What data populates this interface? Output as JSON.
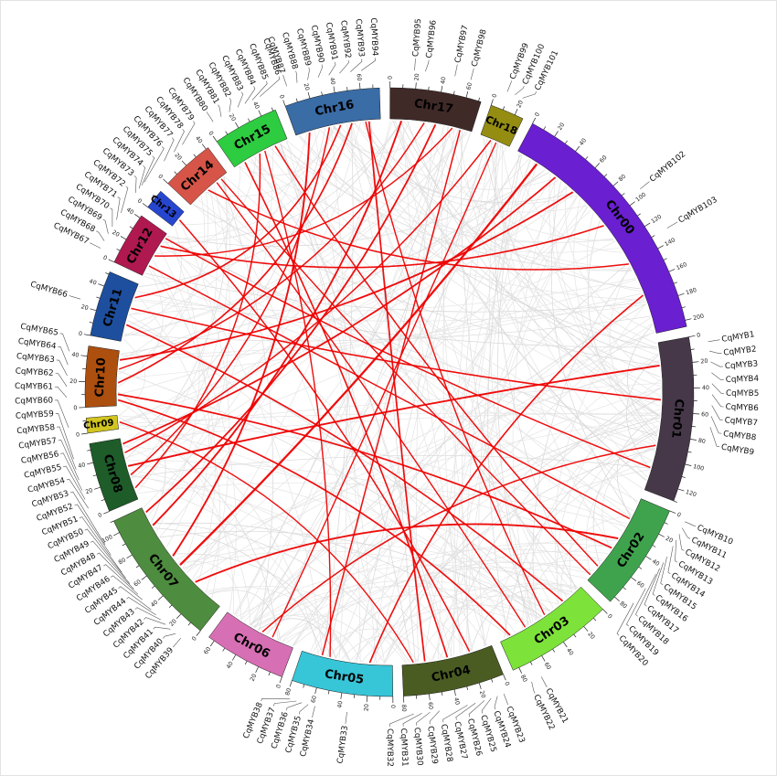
{
  "chart_data": {
    "type": "circos",
    "title": "",
    "layout": {
      "start_angle_deg": -20,
      "gap_deg": 2,
      "tick_minor": 10,
      "tick_major": 20,
      "red_link_color": "#ee0000",
      "gray_link_color": "#e4e4e4",
      "gray_link_alt_color": "#d7d7d7",
      "gray_link_count": 250,
      "gray_link_seed": 97,
      "legend_position": "none",
      "grid": false
    },
    "chromosomes": [
      {
        "name": "Chr16",
        "size": 75,
        "color": "#3a6ca6",
        "genes": [
          [
            "CqMYB87",
            6
          ],
          [
            "CqMYB88",
            14
          ],
          [
            "CqMYB89",
            22
          ],
          [
            "CqMYB90",
            30
          ],
          [
            "CqMYB91",
            38
          ],
          [
            "CqMYB92",
            46
          ],
          [
            "CqMYB93",
            54
          ],
          [
            "CqMYB94",
            62
          ]
        ]
      },
      {
        "name": "Chr17",
        "size": 72,
        "color": "#402a28",
        "genes": [
          [
            "CqMYB95",
            18
          ],
          [
            "CqMYB96",
            26
          ],
          [
            "CqMYB97",
            48
          ],
          [
            "CqMYB98",
            60
          ]
        ]
      },
      {
        "name": "Chr18",
        "size": 27,
        "color": "#958d12",
        "genes": [
          [
            "CqMYB99",
            8
          ],
          [
            "CqMYB100",
            14
          ],
          [
            "CqMYB101",
            20
          ]
        ]
      },
      {
        "name": "Chr00",
        "size": 205,
        "color": "#6a1fd0",
        "genes": [
          [
            "CqMYB102",
            95
          ],
          [
            "CqMYB103",
            130
          ]
        ]
      },
      {
        "name": "Chr01",
        "size": 130,
        "color": "#463849",
        "genes": [
          [
            "CqMYB1",
            6
          ],
          [
            "CqMYB2",
            13
          ],
          [
            "CqMYB3",
            21
          ],
          [
            "CqMYB4",
            29
          ],
          [
            "CqMYB5",
            37
          ],
          [
            "CqMYB6",
            45
          ],
          [
            "CqMYB7",
            53
          ],
          [
            "CqMYB8",
            61
          ],
          [
            "CqMYB9",
            69
          ]
        ]
      },
      {
        "name": "Chr02",
        "size": 85,
        "color": "#3fa34d",
        "genes": [
          [
            "CqMYB10",
            3
          ],
          [
            "CqMYB11",
            8
          ],
          [
            "CqMYB12",
            13
          ],
          [
            "CqMYB13",
            18
          ],
          [
            "CqMYB14",
            23
          ],
          [
            "CqMYB15",
            32
          ],
          [
            "CqMYB16",
            37
          ],
          [
            "CqMYB17",
            42
          ],
          [
            "CqMYB18",
            47
          ],
          [
            "CqMYB19",
            60
          ],
          [
            "CqMYB20",
            74
          ]
        ]
      },
      {
        "name": "Chr03",
        "size": 85,
        "color": "#7de23a",
        "genes": [
          [
            "CqMYB21",
            68
          ],
          [
            "CqMYB22",
            76
          ]
        ]
      },
      {
        "name": "Chr04",
        "size": 80,
        "color": "#4a5c22",
        "genes": [
          [
            "CqMYB23",
            5
          ],
          [
            "CqMYB24",
            10
          ],
          [
            "CqMYB25",
            15
          ],
          [
            "CqMYB26",
            20
          ],
          [
            "CqMYB27",
            27
          ],
          [
            "CqMYB28",
            33
          ],
          [
            "CqMYB29",
            54
          ],
          [
            "CqMYB30",
            61
          ],
          [
            "CqMYB31",
            67
          ],
          [
            "CqMYB32",
            73
          ]
        ]
      },
      {
        "name": "Chr05",
        "size": 80,
        "color": "#37c5d8",
        "genes": [
          [
            "CqMYB33",
            34
          ],
          [
            "CqMYB34",
            58
          ],
          [
            "CqMYB35",
            63
          ],
          [
            "CqMYB36",
            68
          ],
          [
            "CqMYB37",
            72
          ],
          [
            "CqMYB38",
            77
          ]
        ]
      },
      {
        "name": "Chr06",
        "size": 65,
        "color": "#d76fb4",
        "genes": []
      },
      {
        "name": "Chr07",
        "size": 110,
        "color": "#4e8c3f",
        "genes": [
          [
            "CqMYB39",
            8
          ],
          [
            "CqMYB40",
            13
          ],
          [
            "CqMYB41",
            18
          ],
          [
            "CqMYB42",
            23
          ],
          [
            "CqMYB43",
            28
          ],
          [
            "CqMYB44",
            33
          ],
          [
            "CqMYB45",
            38
          ],
          [
            "CqMYB46",
            48
          ],
          [
            "CqMYB47",
            53
          ],
          [
            "CqMYB48",
            58
          ],
          [
            "CqMYB49",
            63
          ],
          [
            "CqMYB50",
            68
          ],
          [
            "CqMYB51",
            73
          ],
          [
            "CqMYB52",
            88
          ],
          [
            "CqMYB53",
            97
          ]
        ]
      },
      {
        "name": "Chr08",
        "size": 55,
        "color": "#1e5c2a",
        "genes": [
          [
            "CqMYB54",
            8
          ],
          [
            "CqMYB55",
            15
          ],
          [
            "CqMYB56",
            22
          ],
          [
            "CqMYB57",
            30
          ],
          [
            "CqMYB58",
            38
          ],
          [
            "CqMYB59",
            46
          ]
        ]
      },
      {
        "name": "Chr09",
        "size": 12,
        "color": "#d2c51f",
        "genes": [
          [
            "CqMYB60",
            6
          ]
        ]
      },
      {
        "name": "Chr10",
        "size": 48,
        "color": "#ad4f0f",
        "genes": [
          [
            "CqMYB61",
            8
          ],
          [
            "CqMYB62",
            16
          ],
          [
            "CqMYB63",
            24
          ],
          [
            "CqMYB64",
            32
          ],
          [
            "CqMYB65",
            42
          ]
        ]
      },
      {
        "name": "Chr11",
        "size": 52,
        "color": "#1d4f9e",
        "genes": [
          [
            "CqMYB66",
            25
          ]
        ]
      },
      {
        "name": "Chr12",
        "size": 42,
        "color": "#b01950",
        "genes": [
          [
            "CqMYB67",
            5
          ],
          [
            "CqMYB68",
            11
          ],
          [
            "CqMYB69",
            17
          ],
          [
            "CqMYB70",
            23
          ],
          [
            "CqMYB71",
            29
          ],
          [
            "CqMYB72",
            35
          ]
        ]
      },
      {
        "name": "Chr13",
        "size": 16,
        "color": "#2746cf",
        "genes": [
          [
            "CqMYB73",
            3
          ],
          [
            "CqMYB74",
            7
          ],
          [
            "CqMYB75",
            10
          ],
          [
            "CqMYB76",
            13
          ]
        ]
      },
      {
        "name": "Chr14",
        "size": 42,
        "color": "#d65548",
        "genes": [
          [
            "CqMYB77",
            10
          ],
          [
            "CqMYB78",
            20
          ],
          [
            "CqMYB79",
            28
          ]
        ]
      },
      {
        "name": "Chr15",
        "size": 52,
        "color": "#2ecc40",
        "genes": [
          [
            "CqMYB80",
            6
          ],
          [
            "CqMYB81",
            13
          ],
          [
            "CqMYB82",
            20
          ],
          [
            "CqMYB83",
            27
          ],
          [
            "CqMYB84",
            33
          ],
          [
            "CqMYB85",
            39
          ],
          [
            "CqMYB86",
            45
          ]
        ]
      }
    ],
    "red_links": [
      [
        "Chr15",
        10,
        "Chr04",
        40,
        1.6
      ],
      [
        "Chr15",
        30,
        "Chr05",
        55,
        1.4
      ],
      [
        "Chr16",
        12,
        "Chr07",
        60,
        1.9
      ],
      [
        "Chr16",
        30,
        "Chr08",
        22,
        1.5
      ],
      [
        "Chr16",
        50,
        "Chr10",
        20,
        1.7
      ],
      [
        "Chr16",
        62,
        "Chr03",
        40,
        1.4
      ],
      [
        "Chr17",
        10,
        "Chr07",
        92,
        1.9
      ],
      [
        "Chr17",
        30,
        "Chr10",
        32,
        1.5
      ],
      [
        "Chr17",
        55,
        "Chr12",
        20,
        1.4
      ],
      [
        "Chr18",
        10,
        "Chr08",
        42,
        1.5
      ],
      [
        "Chr00",
        20,
        "Chr07",
        50,
        2.3
      ],
      [
        "Chr00",
        60,
        "Chr10",
        40,
        1.8
      ],
      [
        "Chr00",
        100,
        "Chr12",
        30,
        1.6
      ],
      [
        "Chr00",
        140,
        "Chr14",
        20,
        1.5
      ],
      [
        "Chr00",
        170,
        "Chr05",
        20,
        1.6
      ],
      [
        "Chr01",
        20,
        "Chr08",
        30,
        1.9
      ],
      [
        "Chr01",
        50,
        "Chr11",
        30,
        1.6
      ],
      [
        "Chr01",
        90,
        "Chr06",
        30,
        1.5
      ],
      [
        "Chr02",
        20,
        "Chr12",
        10,
        1.5
      ],
      [
        "Chr02",
        50,
        "Chr10",
        10,
        1.7
      ],
      [
        "Chr02",
        70,
        "Chr15",
        40,
        1.5
      ],
      [
        "Chr03",
        20,
        "Chr11",
        15,
        1.6
      ],
      [
        "Chr03",
        60,
        "Chr14",
        30,
        1.4
      ],
      [
        "Chr04",
        20,
        "Chr13",
        8,
        1.5
      ],
      [
        "Chr04",
        60,
        "Chr16",
        65,
        1.7
      ],
      [
        "Chr05",
        62,
        "Chr17",
        62,
        1.5
      ],
      [
        "Chr06",
        20,
        "Chr18",
        15,
        1.4
      ],
      [
        "Chr07",
        30,
        "Chr02",
        40,
        1.9
      ],
      [
        "Chr08",
        50,
        "Chr00",
        40,
        1.8
      ],
      [
        "Chr09",
        6,
        "Chr04",
        70,
        1.4
      ],
      [
        "Chr11",
        40,
        "Chr16",
        40,
        1.6
      ],
      [
        "Chr12",
        38,
        "Chr01",
        110,
        1.5
      ],
      [
        "Chr10",
        5,
        "Chr03",
        75,
        1.7
      ],
      [
        "Chr14",
        35,
        "Chr02",
        80,
        1.4
      ],
      [
        "Chr07",
        105,
        "Chr17",
        40,
        1.8
      ],
      [
        "Chr08",
        10,
        "Chr15",
        25,
        1.5
      ]
    ]
  }
}
